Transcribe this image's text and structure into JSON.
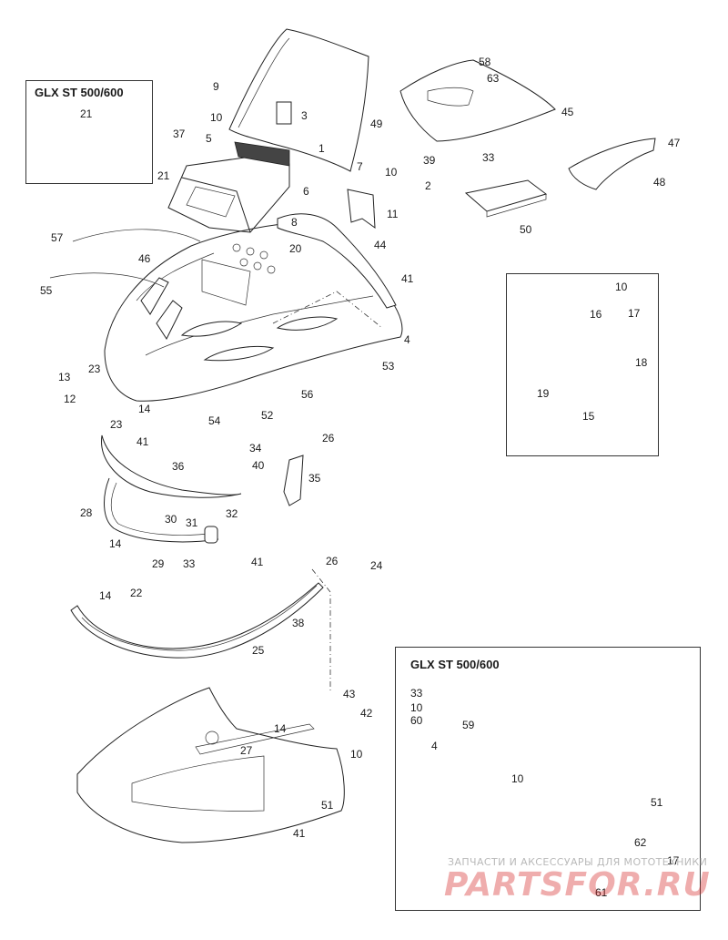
{
  "insets": [
    {
      "id": "top-left",
      "title": "GLX ST 500/600"
    },
    {
      "id": "bottom-right",
      "title": "GLX ST 500/600"
    }
  ],
  "callouts": [
    "21",
    "9",
    "10",
    "3",
    "49",
    "58",
    "63",
    "45",
    "37",
    "5",
    "1",
    "7",
    "10",
    "39",
    "33",
    "47",
    "21",
    "6",
    "2",
    "48",
    "8",
    "11",
    "50",
    "57",
    "20",
    "44",
    "46",
    "41",
    "55",
    "4",
    "53",
    "56",
    "13",
    "23",
    "12",
    "14",
    "23",
    "41",
    "54",
    "52",
    "26",
    "34",
    "40",
    "35",
    "36",
    "28",
    "32",
    "30",
    "31",
    "14",
    "29",
    "33",
    "41",
    "14",
    "22",
    "26",
    "24",
    "38",
    "25",
    "43",
    "42",
    "14",
    "27",
    "10",
    "51",
    "41",
    "33",
    "10",
    "60",
    "59",
    "4",
    "10",
    "51",
    "62",
    "17",
    "61",
    "10",
    "16",
    "17",
    "18",
    "19",
    "15"
  ],
  "watermark": {
    "top": "ЗАПЧАСТИ И АКСЕССУАРЫ ДЛЯ МОТОТЕХНИКИ",
    "logo": "PARTSFOR.RU"
  }
}
